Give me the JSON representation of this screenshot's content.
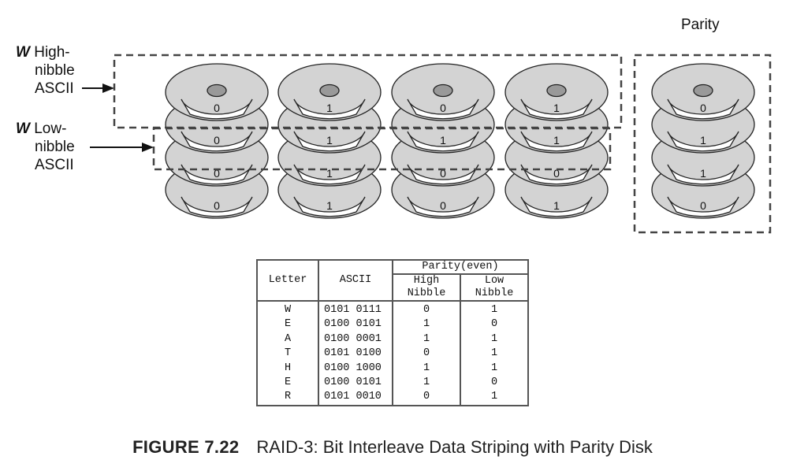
{
  "labels": {
    "parity_title": "Parity",
    "high_w": "W",
    "high_lines": [
      "High-",
      "nibble",
      "ASCII"
    ],
    "low_w": "W",
    "low_lines": [
      "Low-",
      "nibble",
      "ASCII"
    ]
  },
  "disk_columns": [
    {
      "name": "disk-1",
      "bits": [
        "0",
        "0",
        "0",
        "0"
      ]
    },
    {
      "name": "disk-2",
      "bits": [
        "1",
        "1",
        "1",
        "1"
      ]
    },
    {
      "name": "disk-3",
      "bits": [
        "0",
        "1",
        "0",
        "0"
      ]
    },
    {
      "name": "disk-4",
      "bits": [
        "1",
        "1",
        "0",
        "1"
      ]
    },
    {
      "name": "parity-disk",
      "bits": [
        "0",
        "1",
        "1",
        "0"
      ]
    }
  ],
  "table": {
    "headers": {
      "letter": "Letter",
      "ascii": "ASCII",
      "parity": "Parity(even)",
      "high_1": "High",
      "high_2": "Nibble",
      "low_1": "Low",
      "low_2": "Nibble"
    },
    "rows": [
      {
        "letter": "W",
        "ascii": "0101 0111",
        "high": "0",
        "low": "1"
      },
      {
        "letter": "E",
        "ascii": "0100 0101",
        "high": "1",
        "low": "0"
      },
      {
        "letter": "A",
        "ascii": "0100 0001",
        "high": "1",
        "low": "1"
      },
      {
        "letter": "T",
        "ascii": "0101 0100",
        "high": "0",
        "low": "1"
      },
      {
        "letter": "H",
        "ascii": "0100 1000",
        "high": "1",
        "low": "1"
      },
      {
        "letter": "E",
        "ascii": "0100 0101",
        "high": "1",
        "low": "0"
      },
      {
        "letter": "R",
        "ascii": "0101 0010",
        "high": "0",
        "low": "1"
      }
    ]
  },
  "caption": {
    "figure": "FIGURE 7.22",
    "text": "RAID-3: Bit Interleave Data Striping with Parity Disk"
  }
}
